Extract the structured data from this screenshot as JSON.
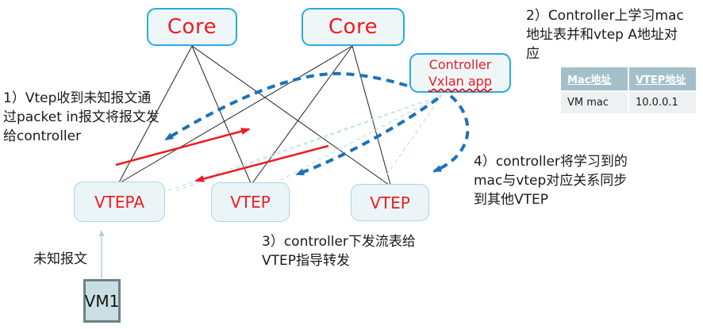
{
  "diagram": {
    "nodes": {
      "core1": {
        "label": "Core"
      },
      "core2": {
        "label": "Core"
      },
      "controller": {
        "lines": [
          "Controller",
          "Vxlan app"
        ]
      },
      "vtepa": {
        "label": "VTEPA"
      },
      "vtep2": {
        "label": "VTEP"
      },
      "vtep3": {
        "label": "VTEP"
      },
      "vm1": {
        "label": "VM1"
      }
    },
    "annotations": {
      "step1": {
        "lines": [
          "1）Vtep收到未知报文通",
          "过packet in报文将报文发",
          "给controller"
        ]
      },
      "step2": {
        "lines": [
          "2）Controller上学习mac",
          "地址表并和vtep A地址对",
          "应"
        ]
      },
      "step3": {
        "lines": [
          "3）controller下发流表给",
          "VTEP指导转发"
        ]
      },
      "step4": {
        "lines": [
          "4）controller将学习到的",
          "mac与vtep对应关系同步",
          "到其他VTEP"
        ]
      },
      "unknown_packet": "未知报文"
    },
    "mac_table": {
      "headers": [
        "Mac地址",
        "VTEP地址"
      ],
      "rows": [
        [
          "VM mac",
          "10.0.0.1"
        ]
      ]
    },
    "colors": {
      "node_text_red": "#ed1c24",
      "node_border_blue": "#29abe2",
      "vtep_border": "#a9d3ea",
      "sync_arrow_blue": "#1c72b8",
      "flow_dash_lightblue": "#bfe0e8",
      "forward_arrow_red": "#ec1c24",
      "table_header_bg": "#a3c0ca",
      "table_row_bg": "#eef1f1",
      "vm_fill": "#c9dfe3",
      "vm_border": "#6b8287",
      "link_black": "#222222"
    }
  }
}
